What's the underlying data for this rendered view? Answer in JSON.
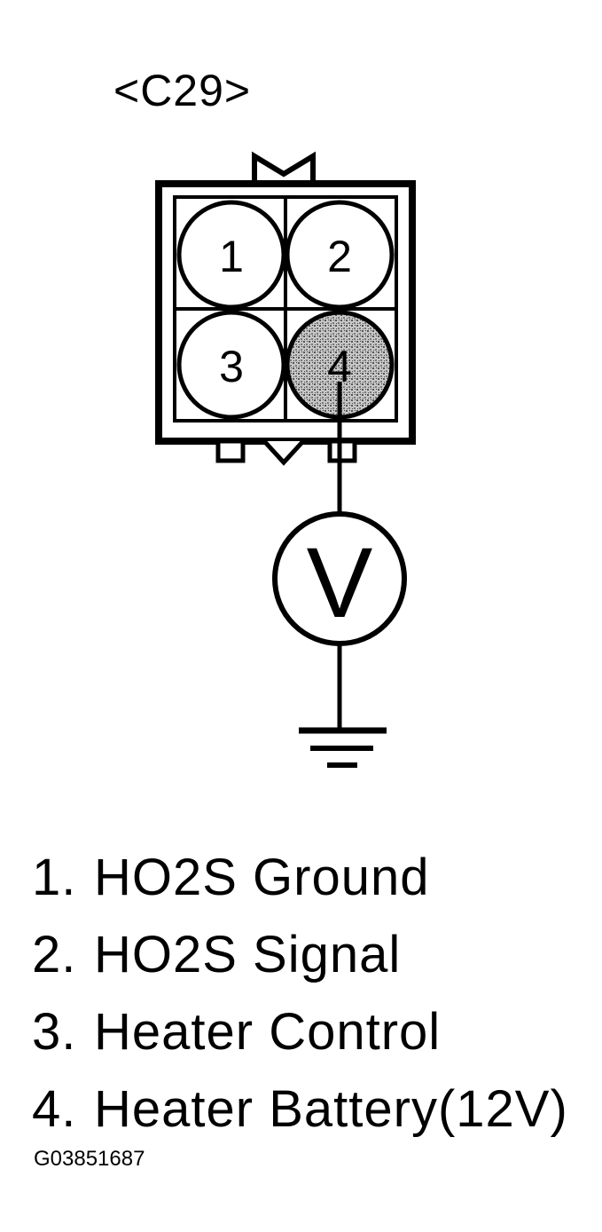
{
  "connector": {
    "label": "<C29>",
    "pins": [
      {
        "number": "1",
        "highlighted": false
      },
      {
        "number": "2",
        "highlighted": false
      },
      {
        "number": "3",
        "highlighted": false
      },
      {
        "number": "4",
        "highlighted": true
      }
    ],
    "meter_symbol": "V"
  },
  "legend": [
    {
      "num": "1.",
      "text": "HO2S Ground"
    },
    {
      "num": "2.",
      "text": "HO2S Signal"
    },
    {
      "num": "3.",
      "text": "Heater Control"
    },
    {
      "num": "4.",
      "text": "Heater Battery(12V)"
    }
  ],
  "figure_id": "G03851687",
  "colors": {
    "line": "#000000",
    "highlight": "#9a9a9a",
    "background": "#ffffff"
  }
}
